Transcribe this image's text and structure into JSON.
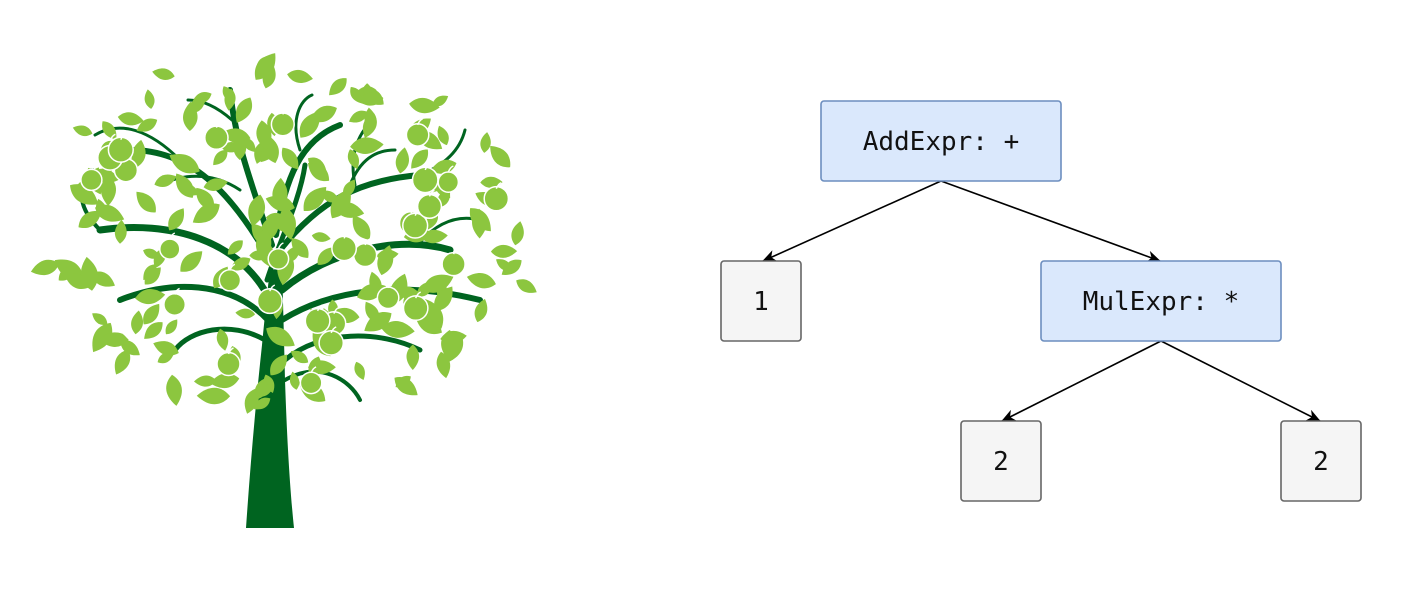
{
  "illustration": {
    "icon": "apple-tree-icon",
    "leaf_color": "#8cc63f",
    "trunk_color": "#006420"
  },
  "diagram": {
    "colors": {
      "operator_fill": "#dae8fc",
      "operator_stroke": "#6c8ebf",
      "leaf_fill": "#f5f5f5",
      "leaf_stroke": "#666666",
      "edge": "#000000"
    },
    "nodes": {
      "add": {
        "label": "AddExpr: +",
        "kind": "operator"
      },
      "one": {
        "label": "1",
        "kind": "literal"
      },
      "mul": {
        "label": "MulExpr: *",
        "kind": "operator"
      },
      "two_left": {
        "label": "2",
        "kind": "literal"
      },
      "two_right": {
        "label": "2",
        "kind": "literal"
      }
    },
    "edges": [
      {
        "from": "add",
        "to": "one"
      },
      {
        "from": "add",
        "to": "mul"
      },
      {
        "from": "mul",
        "to": "two_left"
      },
      {
        "from": "mul",
        "to": "two_right"
      }
    ]
  }
}
